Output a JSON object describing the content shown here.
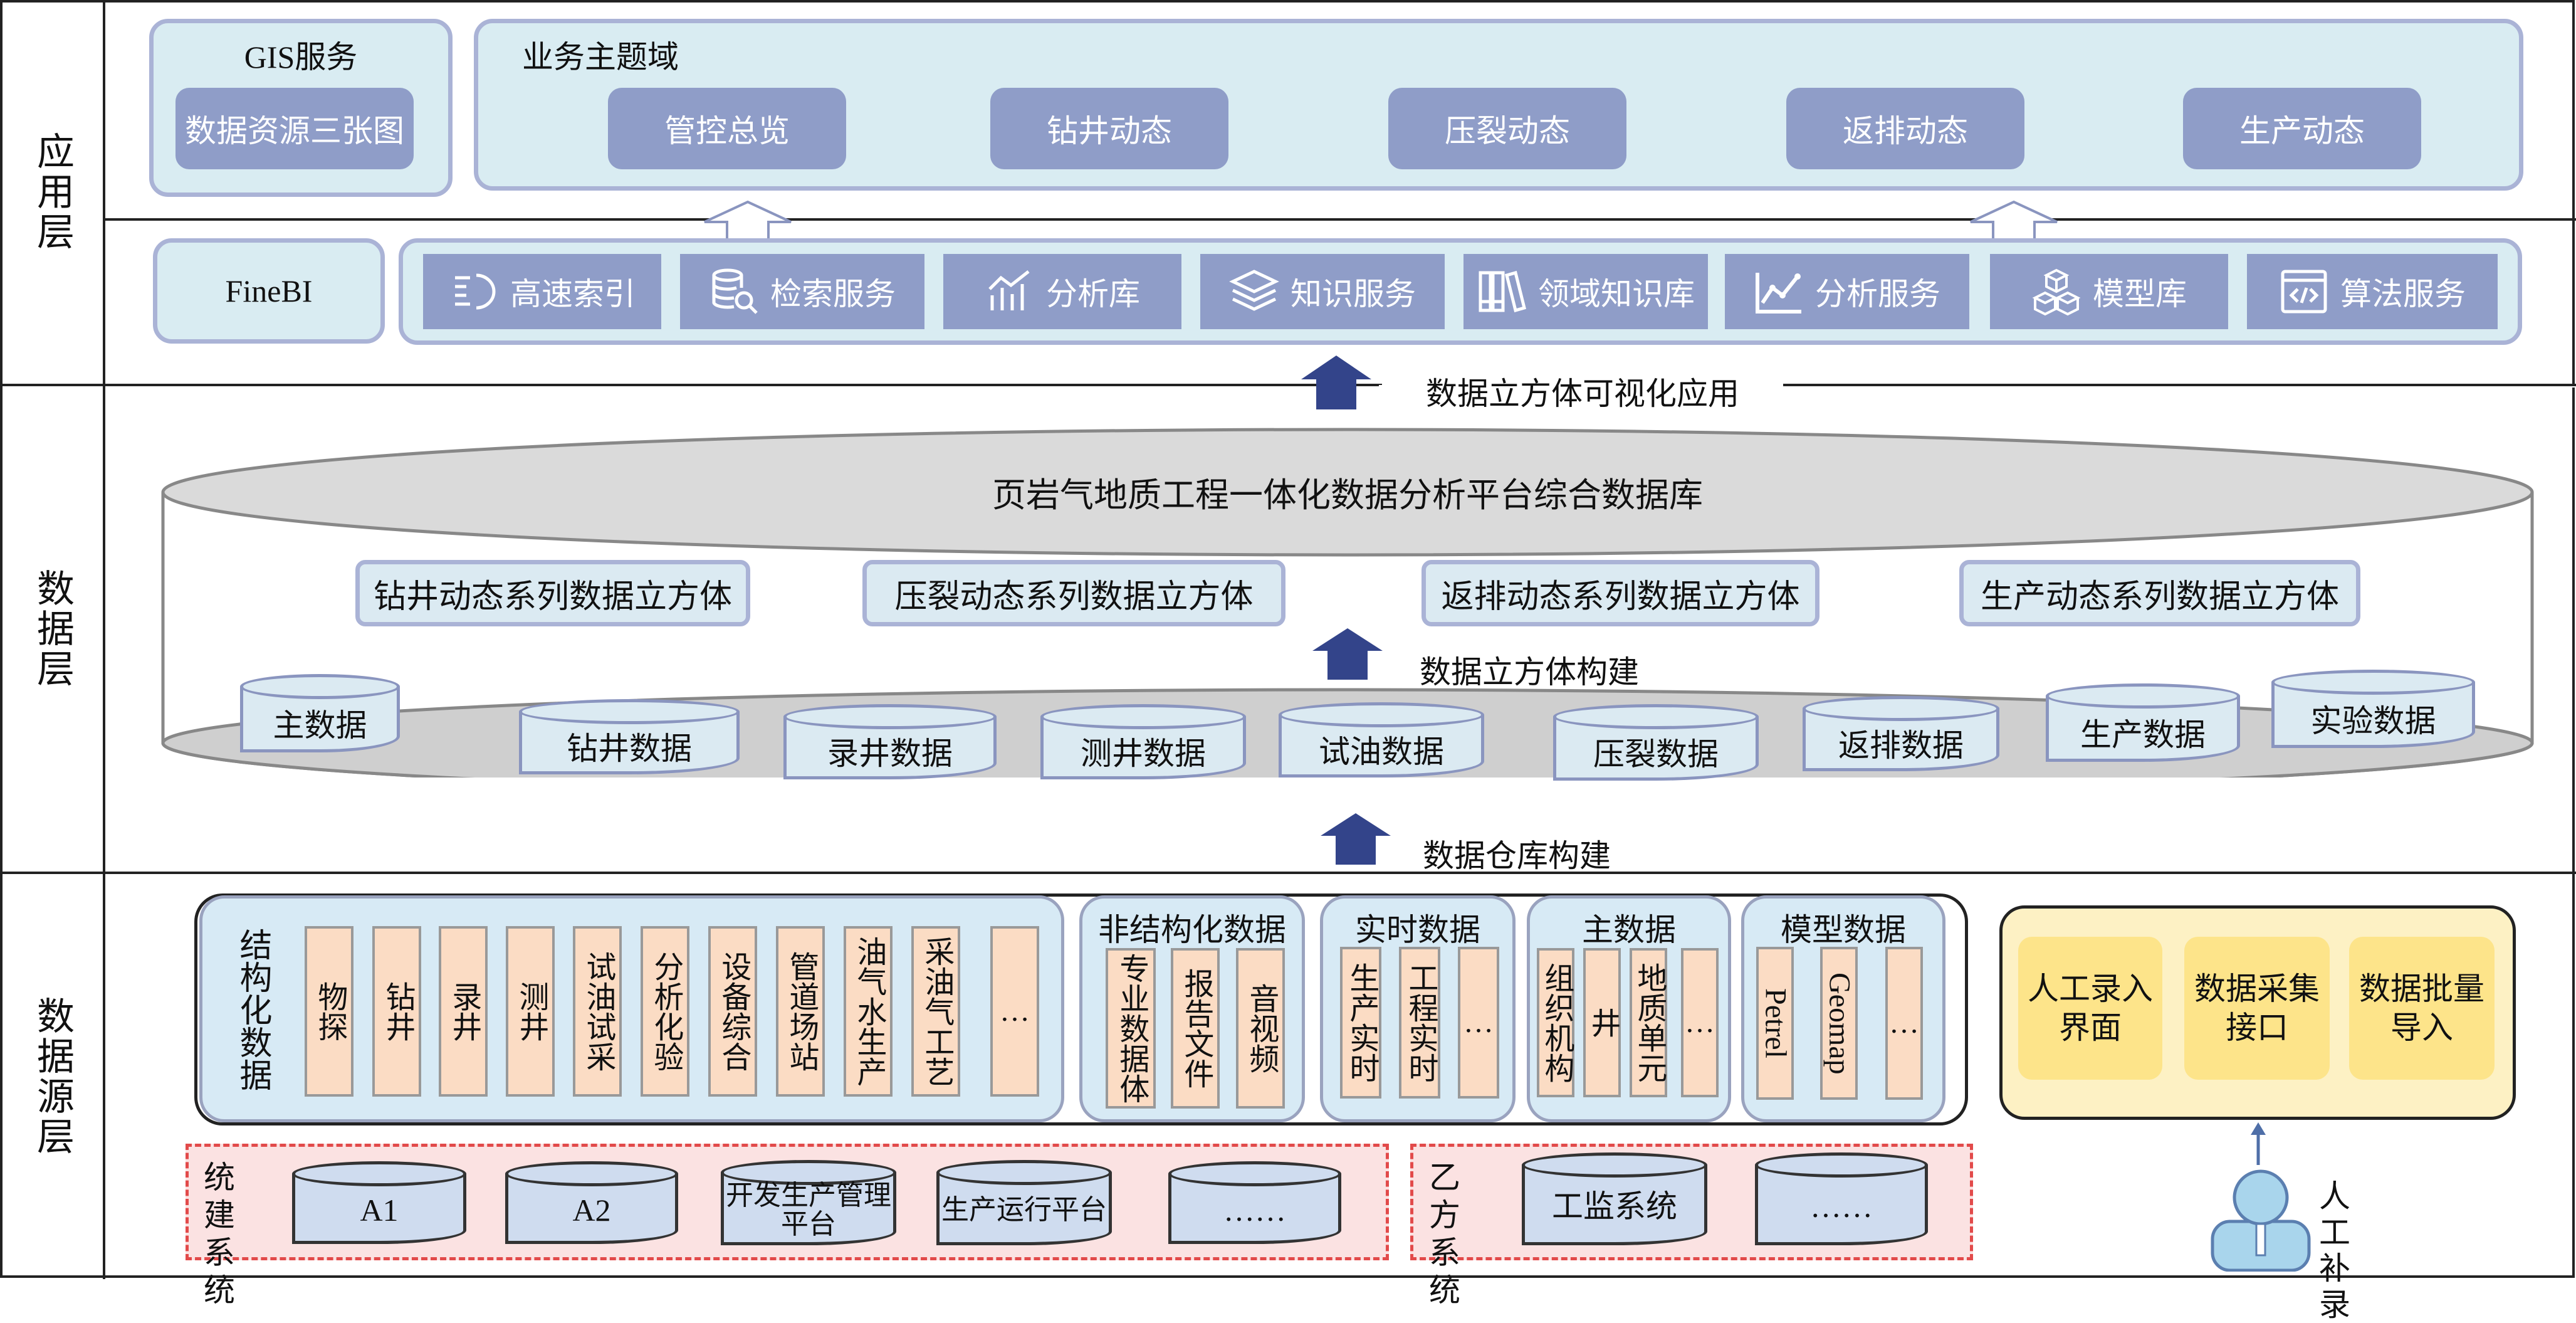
{
  "layers": {
    "app": "应用层",
    "data": "数据层",
    "source": "数据源层"
  },
  "gis": {
    "title": "GIS服务",
    "button": "数据资源三张图"
  },
  "business": {
    "title": "业务主题域",
    "items": [
      "管控总览",
      "钻井动态",
      "压裂动态",
      "返排动态",
      "生产动态"
    ]
  },
  "finebi": "FineBI",
  "services": [
    {
      "label": "高速索引",
      "icon": "index-icon"
    },
    {
      "label": "检索服务",
      "icon": "database-search-icon"
    },
    {
      "label": "分析库",
      "icon": "analysis-chart-icon"
    },
    {
      "label": "知识服务",
      "icon": "layers-stack-icon"
    },
    {
      "label": "领域知识库",
      "icon": "books-icon"
    },
    {
      "label": "分析服务",
      "icon": "line-chart-icon"
    },
    {
      "label": "模型库",
      "icon": "cubes-icon"
    },
    {
      "label": "算法服务",
      "icon": "code-window-icon"
    }
  ],
  "arrows": {
    "visual": "数据立方体可视化应用",
    "cube": "数据立方体构建",
    "warehouse": "数据仓库构建"
  },
  "database": {
    "title": "页岩气地质工程一体化数据分析平台综合数据库",
    "cubes": [
      "钻井动态系列数据立方体",
      "压裂动态系列数据立方体",
      "返排动态系列数据立方体",
      "生产动态系列数据立方体"
    ],
    "cylinders": [
      "主数据",
      "钻井数据",
      "录井数据",
      "测井数据",
      "试油数据",
      "压裂数据",
      "返排数据",
      "生产数据",
      "实验数据"
    ]
  },
  "sources": {
    "structured": {
      "title": "结构化数据",
      "items": [
        "物探",
        "钻井",
        "录井",
        "测井",
        "试油试采",
        "分析化验",
        "设备综合",
        "管道场站",
        "油气水生产",
        "采油气工艺",
        "…"
      ]
    },
    "unstructured": {
      "title": "非结构化数据",
      "items": [
        "专业数据体",
        "报告文件",
        "音视频"
      ]
    },
    "realtime": {
      "title": "实时数据",
      "items": [
        "生产实时",
        "工程实时",
        "…"
      ]
    },
    "master": {
      "title": "主数据",
      "items": [
        "组织机构",
        "井",
        "地质单元",
        "…"
      ]
    },
    "model": {
      "title": "模型数据",
      "items": [
        "Petrel",
        "Geomap",
        "…"
      ]
    },
    "manual": {
      "items": [
        "人工录入界面",
        "数据采集接口",
        "数据批量导入"
      ],
      "person": "人工补录"
    },
    "unified": {
      "title": "统建系统",
      "systems": [
        "A1",
        "A2",
        "开发生产管理平台",
        "生产运行平台",
        "……"
      ]
    },
    "partyb": {
      "title": "乙方系统",
      "systems": [
        "工监系统",
        "……"
      ]
    }
  }
}
